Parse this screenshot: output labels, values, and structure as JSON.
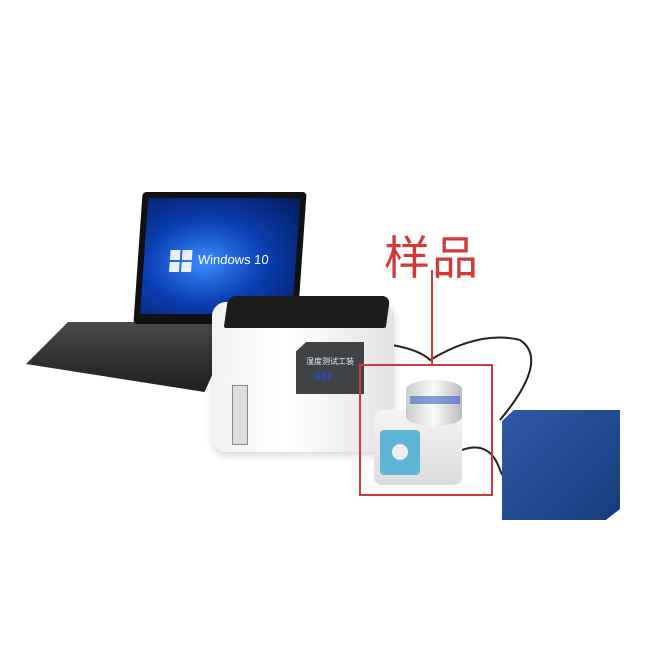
{
  "annotation": {
    "label": "样品",
    "color": "#d23a3a"
  },
  "laptop": {
    "os_text": "Windows 10",
    "icon": "windows-logo-icon"
  },
  "device": {
    "panel_text": "湿度测试工装",
    "logo_text": "GSI"
  }
}
